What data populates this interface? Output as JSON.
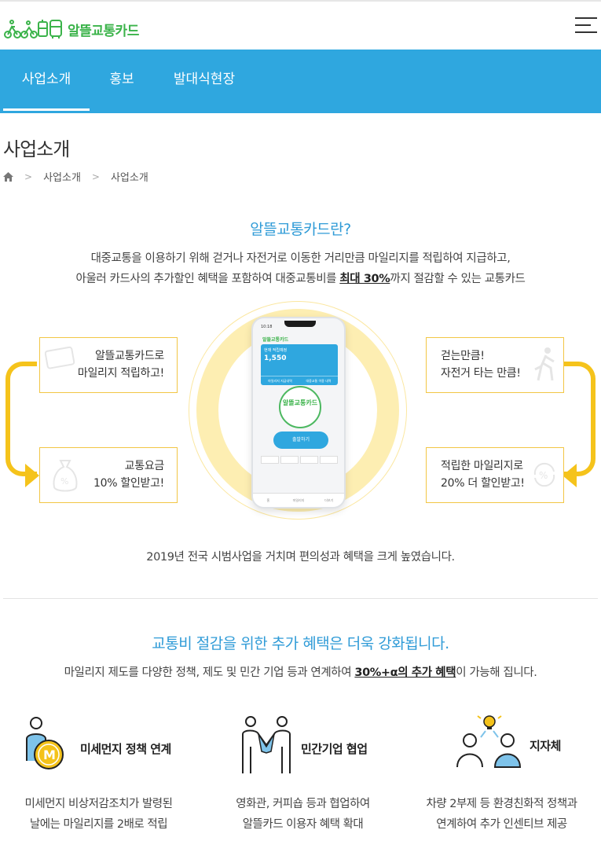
{
  "header": {
    "logo_text": "알뜰교통카드"
  },
  "nav": {
    "items": [
      {
        "label": "사업소개"
      },
      {
        "label": "홍보"
      },
      {
        "label": "발대식현장"
      }
    ]
  },
  "page": {
    "title": "사업소개",
    "breadcrumb": [
      "사업소개",
      "사업소개"
    ]
  },
  "intro": {
    "title": "알뜰교통카드란?",
    "line1": "대중교통을 이용하기 위해 걷거나 자전거로 이동한 거리만큼 마일리지를 적립하여 지급하고,",
    "line2_pre": "아울러 카드사의 추가할인 혜택을 포함하여 대중교통비를 ",
    "line2_em": "최대 30%",
    "line2_post": "까지 절감할 수 있는 교통카드"
  },
  "diagram": {
    "box1": [
      "알뜰교통카드로",
      "마일리지 적립하고!"
    ],
    "box2": [
      "교통요금",
      "10% 할인받고!"
    ],
    "box3": [
      "걷는만큼!",
      "자전거 타는 만큼!"
    ],
    "box4": [
      "적립한 마일리지로",
      "20% 더 할인받고!"
    ]
  },
  "phone": {
    "status_time": "10:18",
    "logo": "알뜰교통카드",
    "card_label": "현재 적립예정",
    "card_value": "1,550",
    "card_btn1": "마일리지 지급내역",
    "card_btn2": "대중교통 이용 내역",
    "emblem": "알뜰교통카드",
    "go_button": "출발하기",
    "tabs": [
      "홈",
      "마일리지",
      "더보기"
    ]
  },
  "mid_note": "2019년 전국 시범사업을 거치며 편의성과 혜택을 크게 높였습니다.",
  "benefits": {
    "title": "교통비 절감을 위한 추가 혜택은 더욱 강화됩니다.",
    "desc_pre": "마일리지 제도를 다양한 정책, 제도 및 민간 기업 등과 연계하여 ",
    "desc_em": "30%+α의 추가 혜택",
    "desc_post": "이 가능해 집니다."
  },
  "features": [
    {
      "title": "미세먼지 정책 연계",
      "icon": "person-coin-icon",
      "badge": "M",
      "desc": [
        "미세먼지 비상저감조치가 발령된",
        "날에는 마일리지를 2배로 적립"
      ]
    },
    {
      "title": "민간기업 협업",
      "icon": "handshake-icon",
      "desc": [
        "영화관, 커피숍 등과 협업하여",
        "알뜰카드 이용자 혜택 확대"
      ]
    },
    {
      "title": "지자체",
      "icon": "people-idea-icon",
      "desc": [
        "차량 2부제 등 환경친화적 정책과",
        "연계하여 추가 인센티브 제공"
      ]
    }
  ],
  "colors": {
    "nav_bg": "#2fa7df",
    "accent_blue": "#2f9bd7",
    "accent_yellow": "#f5c31b",
    "logo_green": "#3bb34a"
  }
}
